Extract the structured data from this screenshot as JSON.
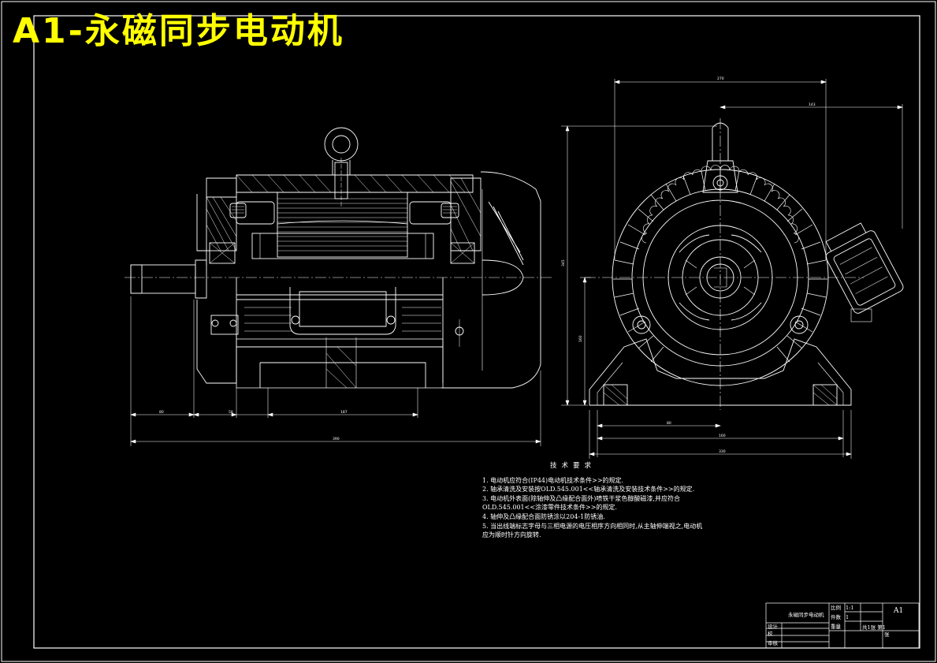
{
  "banner": {
    "title": "A1-永磁同步电动机"
  },
  "notes": {
    "title": "技术要求",
    "items": [
      "1.  电动机应符合(IP44)电动机技术条件>>的规定.",
      "2.  轴承清洗及安装按OLD.545.001<<轴承清洗及安装技术条件>>的规定.",
      "3.  电动机外表面(除轴伸及凸缘配合面外)喷铁干浆色醇酸磁漆,并应符合",
      "    OLD.545.001<<涂漆零件技术条件>>的规定.",
      "4.  轴伸及凸缘配合面防锈涂以204-1防锈油.",
      "5.  当出线端标志字母与三相电源的电压相序方向相同时,从主轴伸端视之,电动机",
      "    应为顺时针方向旋转."
    ]
  },
  "titleblock": {
    "name": "永磁同步电动机",
    "scale_label": "比例",
    "scale_value": "1:1",
    "quantity_label": "件数",
    "quantity_value": "1",
    "weight_label": "重量",
    "sheet_info": "共1张 第1",
    "sheet_size": "A1",
    "designer_label": "设计",
    "checker_label": "校",
    "approver_label": "审核",
    "sheet_unit": "张"
  },
  "colors": {
    "background": "#000000",
    "lines": "#ffffff",
    "banner": "#ffff00"
  }
}
